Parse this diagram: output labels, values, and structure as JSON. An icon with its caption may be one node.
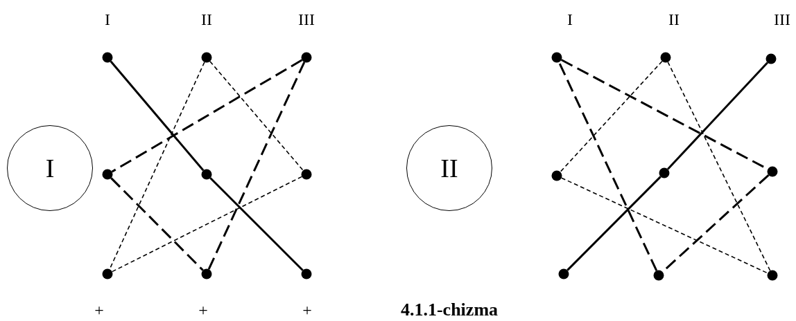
{
  "diagram": {
    "caption": "4.1.1-chizma",
    "nodes": [
      {
        "text": [
          "I"
        ]
      },
      {
        "text": [],
        "shape": "circle"
      },
      {
        "text": [],
        "shape": "circle"
      },
      {
        "text": [],
        "shape": "circle"
      },
      {
        "text": [],
        "shape": "circle"
      },
      {
        "text": [],
        "shape": "circle"
      },
      {
        "text": [],
        "shape": "circle"
      },
      {
        "text": [],
        "shape": "circle"
      },
      {
        "text": [],
        "shape": "circle"
      },
      {
        "text": [],
        "shape": "circle"
      },
      {
        "text": [
          "II"
        ]
      },
      {
        "text": [],
        "shape": "circle"
      },
      {
        "text": [],
        "shape": "circle"
      },
      {
        "text": [],
        "shape": "circle"
      },
      {
        "text": [],
        "shape": "circle"
      },
      {
        "text": [],
        "shape": "circle"
      },
      {
        "text": [],
        "shape": "circle"
      },
      {
        "text": [],
        "shape": "circle"
      },
      {
        "text": [],
        "shape": "circle"
      },
      {
        "text": [],
        "shape": "circle"
      }
    ],
    "edges": [
      {
        "from": 1,
        "to": 5,
        "arrow": "none"
      },
      {
        "from": 5,
        "to": 9,
        "arrow": "none"
      },
      {
        "from": 3,
        "to": 4,
        "arrow": "none",
        "style": "dashed"
      },
      {
        "from": 4,
        "to": 8,
        "arrow": "none",
        "style": "dashed"
      },
      {
        "from": 8,
        "to": 3,
        "arrow": "none",
        "style": "dashed"
      },
      {
        "from": 2,
        "to": 7,
        "arrow": "none",
        "style": "dashed"
      },
      {
        "from": 2,
        "to": 6,
        "arrow": "none",
        "style": "dashed"
      },
      {
        "from": 6,
        "to": 7,
        "arrow": "none",
        "style": "dashed"
      },
      {
        "from": 17,
        "to": 15,
        "arrow": "none"
      },
      {
        "from": 15,
        "to": 13,
        "arrow": "none"
      },
      {
        "from": 11,
        "to": 16,
        "arrow": "none",
        "style": "dashed"
      },
      {
        "from": 16,
        "to": 18,
        "arrow": "none",
        "style": "dashed"
      },
      {
        "from": 18,
        "to": 11,
        "arrow": "none",
        "style": "dashed"
      },
      {
        "from": 12,
        "to": 14,
        "arrow": "none",
        "style": "dashed"
      },
      {
        "from": 14,
        "to": 19,
        "arrow": "none",
        "style": "dashed"
      },
      {
        "from": 19,
        "to": 12,
        "arrow": "none",
        "style": "dashed"
      }
    ],
    "labels": [
      "I",
      "II",
      "III",
      "I",
      "II",
      "III",
      "+",
      "+",
      "+"
    ]
  }
}
